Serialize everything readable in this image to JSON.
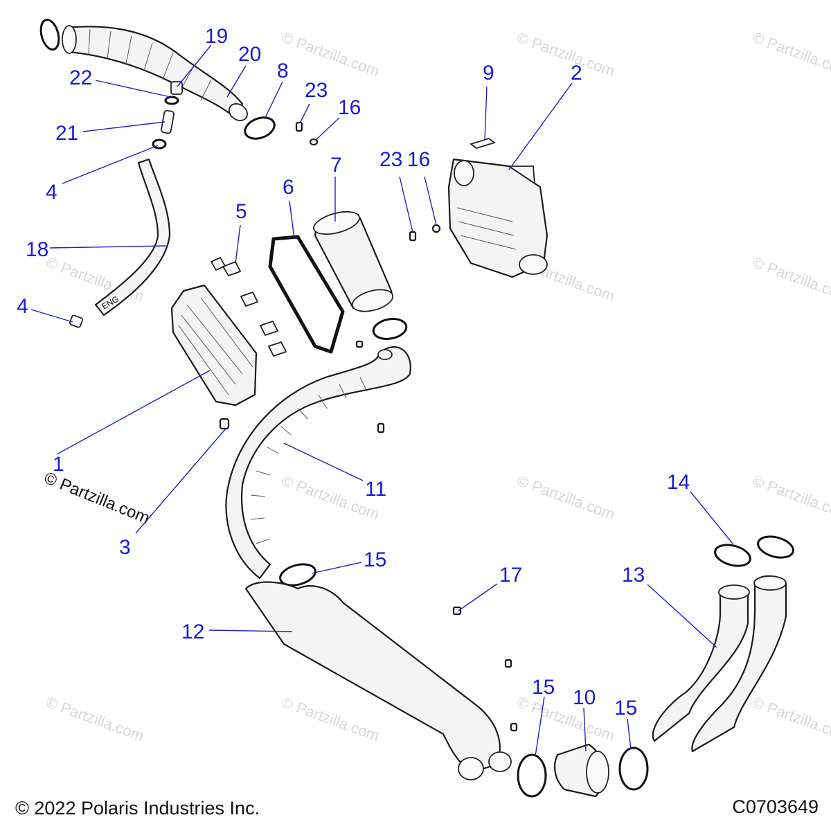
{
  "footer": {
    "copyright": "© 2022 Polaris Industries Inc.",
    "diagram_code": "C0703649"
  },
  "watermark": {
    "text": "© Partzilla.com"
  },
  "tube_marking": "ENG",
  "callouts": [
    {
      "id": "c19",
      "label": "19"
    },
    {
      "id": "c20",
      "label": "20"
    },
    {
      "id": "c22",
      "label": "22"
    },
    {
      "id": "c8",
      "label": "8"
    },
    {
      "id": "c23a",
      "label": "23"
    },
    {
      "id": "c16a",
      "label": "16"
    },
    {
      "id": "c21",
      "label": "21"
    },
    {
      "id": "c9",
      "label": "9"
    },
    {
      "id": "c2",
      "label": "2"
    },
    {
      "id": "c4a",
      "label": "4"
    },
    {
      "id": "c23b",
      "label": "23"
    },
    {
      "id": "c16b",
      "label": "16"
    },
    {
      "id": "c7",
      "label": "7"
    },
    {
      "id": "c6",
      "label": "6"
    },
    {
      "id": "c5",
      "label": "5"
    },
    {
      "id": "c18",
      "label": "18"
    },
    {
      "id": "c4b",
      "label": "4"
    },
    {
      "id": "c1",
      "label": "1"
    },
    {
      "id": "c3",
      "label": "3"
    },
    {
      "id": "c11",
      "label": "11"
    },
    {
      "id": "c14",
      "label": "14"
    },
    {
      "id": "c15a",
      "label": "15"
    },
    {
      "id": "c17",
      "label": "17"
    },
    {
      "id": "c13",
      "label": "13"
    },
    {
      "id": "c12",
      "label": "12"
    },
    {
      "id": "c15b",
      "label": "15"
    },
    {
      "id": "c10",
      "label": "10"
    },
    {
      "id": "c15c",
      "label": "15"
    }
  ]
}
